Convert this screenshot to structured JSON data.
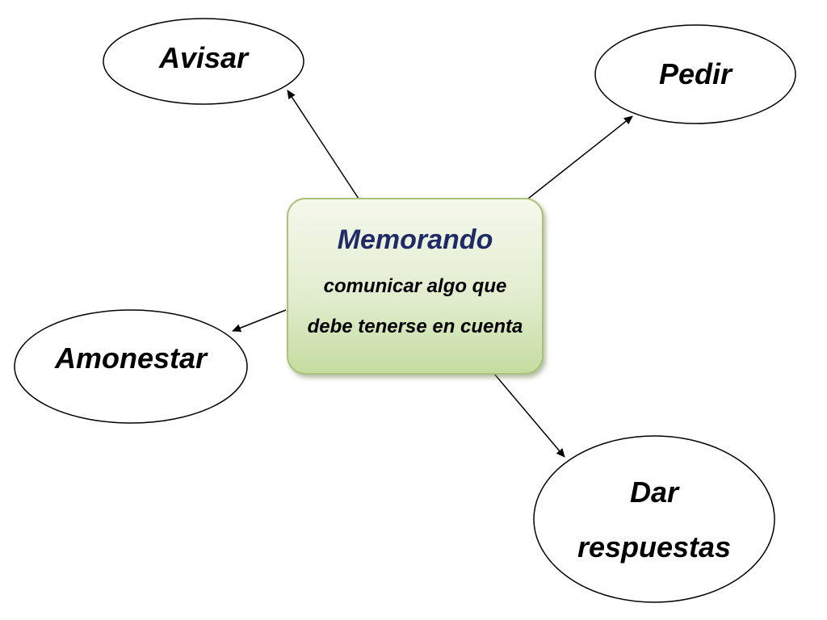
{
  "diagram": {
    "center": {
      "title": "Memorando",
      "line1": "comunicar algo que",
      "line2": "debe tenerse en cuenta"
    },
    "nodes": {
      "avisar": {
        "label": "Avisar"
      },
      "pedir": {
        "label": "Pedir"
      },
      "amonestar": {
        "label": "Amonestar"
      },
      "dar_respuestas": {
        "line1": "Dar",
        "line2": "respuestas"
      }
    },
    "colors": {
      "title": "#1f2a66",
      "box_top": "#f4f8ec",
      "box_bottom": "#c5dca0",
      "box_border": "#a8c27a",
      "lines": "#000000"
    }
  }
}
